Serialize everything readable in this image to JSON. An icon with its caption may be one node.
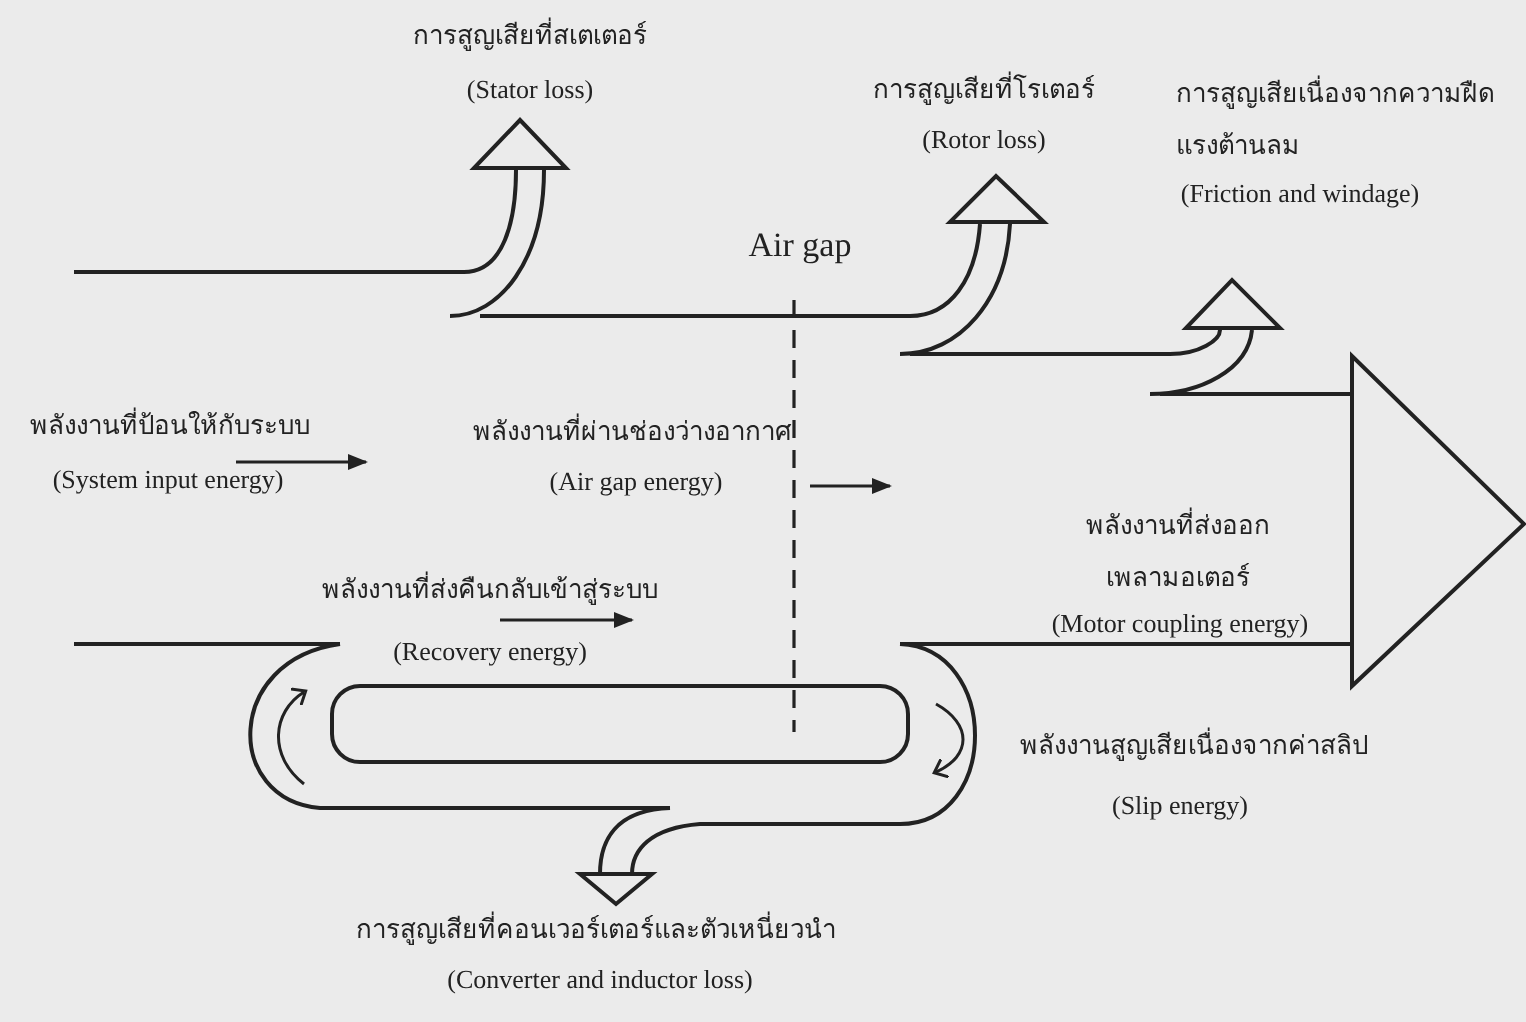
{
  "diagram": {
    "labels": [
      "การสูญเสียที่สเตเตอร์",
      "(Stator loss)",
      "การสูญเสียที่โรเตอร์",
      "(Rotor loss)",
      "การสูญเสียเนื่องจากความฝืดแรงต้านลม",
      "(Friction and windage)",
      "Air gap",
      "พลังงานที่ป้อนให้กับระบบ",
      "(System input energy)",
      "พลังงานที่ผ่านช่องว่างอากาศ",
      "(Air gap energy)",
      "พลังงานที่ส่งออกเพลามอเตอร์",
      "(Motor coupling  energy)",
      "พลังงานที่ส่งคืนกลับเข้าสู่ระบบ",
      "(Recovery energy)",
      "พลังงานสูญเสียเนื่องจากค่าสลิป",
      "(Slip energy)",
      "การสูญเสียที่คอนเวอร์เตอร์และตัวเหนี่ยวนำ",
      "(Converter and inductor loss)"
    ]
  }
}
